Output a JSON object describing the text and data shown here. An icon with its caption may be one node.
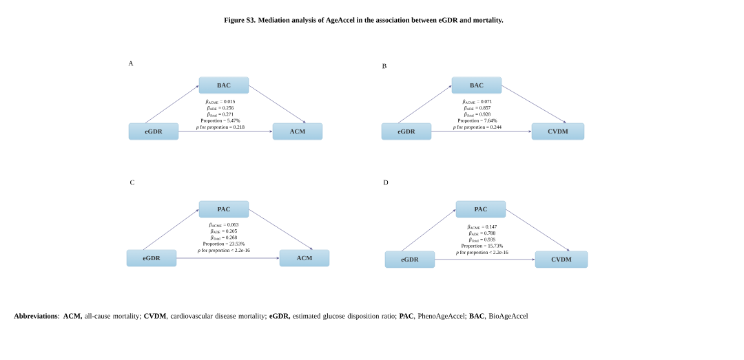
{
  "diagram": {
    "title": "Figure S3. Mediation analysis of AgeAccel in the association between eGDR and mortality.",
    "caption": "**Abbreviations**: **ACM,** all-cause mortality; **CVDM**, cardiovascular disease mortality; **eGDR,** estimated glucose disposition ratio; **PAC**, PhenoAgeAccel; **BAC**, BioAgeAccel",
    "nodes": [
      {
        "text": [
          "eGDR"
        ]
      },
      {
        "text": [
          "BAC"
        ]
      },
      {
        "text": [
          "ACM"
        ]
      },
      {
        "text": [
          "eGDR"
        ]
      },
      {
        "text": [
          "BAC"
        ]
      },
      {
        "text": [
          "CVDM"
        ]
      },
      {
        "text": [
          "eGDR"
        ]
      },
      {
        "text": [
          "PAC"
        ]
      },
      {
        "text": [
          "ACM"
        ]
      },
      {
        "text": [
          "eGDR"
        ]
      },
      {
        "text": [
          "PAC"
        ]
      },
      {
        "text": [
          "CVDM"
        ]
      }
    ],
    "edges": [
      {
        "from": 0,
        "to": 1,
        "arrow": "to"
      },
      {
        "from": 1,
        "to": 2,
        "arrow": "to"
      },
      {
        "from": 0,
        "to": 2,
        "arrow": "to"
      },
      {
        "from": 3,
        "to": 4,
        "arrow": "to"
      },
      {
        "from": 4,
        "to": 5,
        "arrow": "to"
      },
      {
        "from": 3,
        "to": 5,
        "arrow": "to"
      },
      {
        "from": 6,
        "to": 7,
        "arrow": "to"
      },
      {
        "from": 7,
        "to": 8,
        "arrow": "to"
      },
      {
        "from": 6,
        "to": 8,
        "arrow": "to"
      },
      {
        "from": 9,
        "to": 10,
        "arrow": "to"
      },
      {
        "from": 10,
        "to": 11,
        "arrow": "to"
      },
      {
        "from": 9,
        "to": 11,
        "arrow": "to"
      }
    ],
    "labels": [
      "A",
      "B",
      "*β*$_{ACME}$ = 0.015",
      "*β*$_{ADE}$ = 0.256",
      "*β*$_{Total}$ = 0.271",
      "Proportion = 5.47%",
      "*p* for proportion = 0.218",
      "*β*$_{ACME}$ = 0.071",
      "*β*$_{ADE}$ = 0.857",
      "*β*$_{Total}$ = 0.928",
      "Proportion = 7.64%",
      "*p* for proportion = 0.244",
      "C",
      "D",
      "*β*$_{ACME}$ = 0.063",
      "*β*$_{ADE}$ = 0.205",
      "*β*$_{Total}$ = 0.268",
      "Proportion = 23.53%",
      "*p* for proportion < 2.2e-16",
      "*β*$_{ACME}$ = 0.147",
      "*β*$_{ADE}$ = 0.788",
      "*β*$_{Total}$ = 0.935",
      "Proportion = 15.73%",
      "*p* for proportion < 2.2e-16"
    ]
  }
}
